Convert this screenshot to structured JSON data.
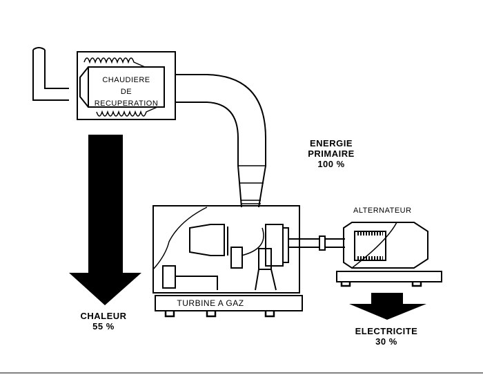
{
  "boiler": {
    "line1": "CHAUDIERE",
    "line2": "DE RECUPERATION"
  },
  "primary_energy": {
    "label": "ENERGIE",
    "label2": "PRIMAIRE",
    "value": "100 %"
  },
  "alternator": {
    "label": "ALTERNATEUR"
  },
  "turbine": {
    "label": "TURBINE A GAZ"
  },
  "heat": {
    "label": "CHALEUR",
    "value": "55 %"
  },
  "electricity": {
    "label": "ELECTRICITE",
    "value": "30 %"
  }
}
